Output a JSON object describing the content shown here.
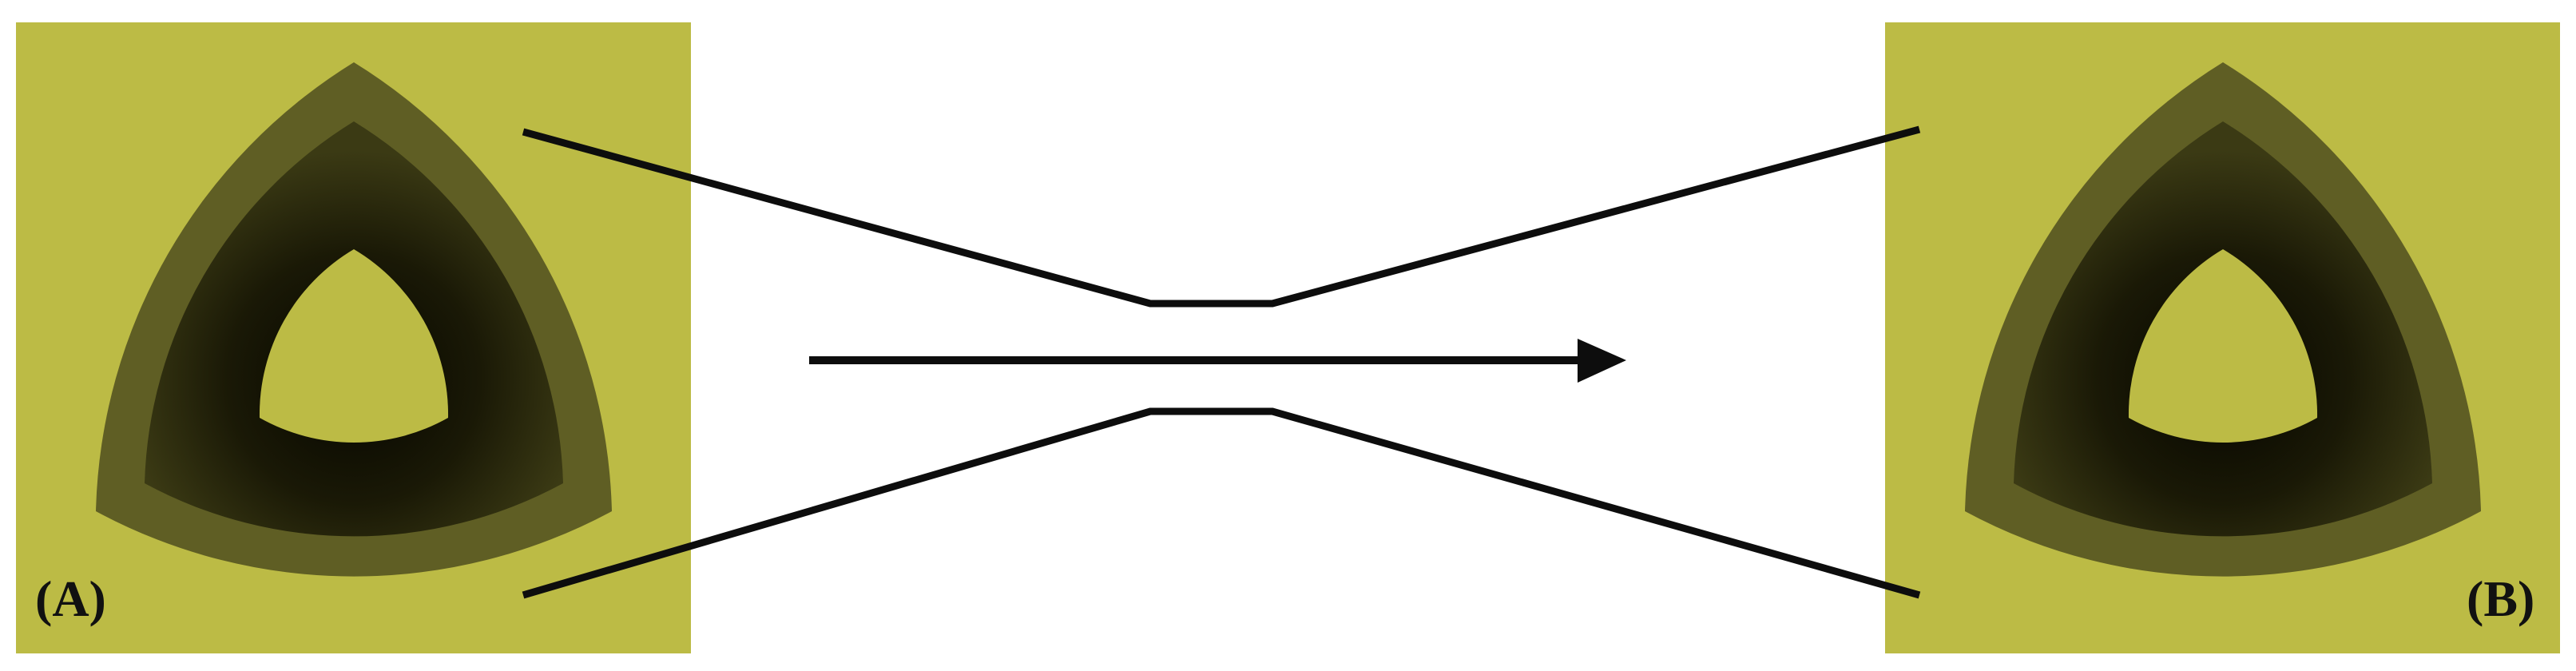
{
  "panels": {
    "a": {
      "label": "(A)"
    },
    "b": {
      "label": "(B)"
    }
  },
  "colors": {
    "background_panel": "#bcbb45",
    "outer_shell": "#5f5e24",
    "cavity_dark": "#151405",
    "inner_hole": "#bcbb45",
    "line": "#0d0d0d"
  },
  "icons": {
    "shape": "reuleaux-triangle-shell",
    "flow": "arrow-right",
    "channel": "converging-diverging-channel"
  }
}
